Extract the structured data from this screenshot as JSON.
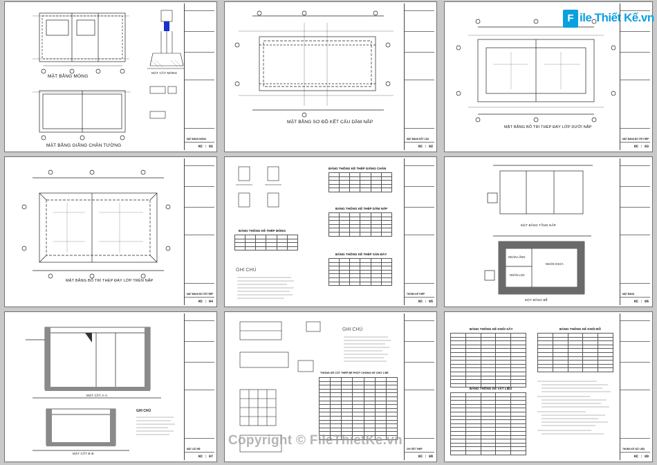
{
  "logo": {
    "mark": "F",
    "text": "ile Thiết Kế.vn"
  },
  "watermark": {
    "text": "Copyright © FileThietKe.vn"
  },
  "sheets": [
    {
      "code": "KC : 01",
      "title": "MẶT BẰNG MÓNG",
      "captions": [
        "MẶT BẰNG MÓNG",
        "MẶT BẰNG GIẰNG CHÂN TƯỜNG",
        "MẶT CẮT MÓNG"
      ]
    },
    {
      "code": "KC : 02",
      "title": "MẶT BẰNG KẾT CẤU",
      "captions": [
        "MẶT BẰNG SƠ ĐỒ KẾT CẤU DẦM NẮP"
      ]
    },
    {
      "code": "KC : 03",
      "title": "MẶT BẰNG BỐ TRÍ THÉP",
      "captions": [
        "MẶT BẰNG BỐ TRÍ THÉP ĐÁY LỚP DƯỚI NẮP"
      ]
    },
    {
      "code": "KC : 04",
      "title": "MẶT BẰNG BỐ TRÍ THÉP",
      "captions": [
        "MẶT BẰNG BỐ TRÍ THÉP ĐÁY LỚP TRÊN NẮP"
      ]
    },
    {
      "code": "KC : 05",
      "title": "THỐNG KÊ THÉP",
      "captions": [
        "BẢNG THỐNG KÊ THÉP GIẰNG CHÂN",
        "BẢNG THỐNG KÊ THÉP DẦM NẮP",
        "BẢNG THỐNG KÊ THÉP MÓNG",
        "BẢNG THỐNG KÊ THÉP SÀN ĐÁY",
        "GHI CHÚ"
      ]
    },
    {
      "code": "KC : 06",
      "title": "MẶT BẰNG",
      "captions": [
        "MẶT BẰNG TẦNG NẮP",
        "MẶT BẰNG BỂ",
        "NGĂN LẮNG",
        "NGĂN CHỨA",
        "NGĂN LỌC"
      ]
    },
    {
      "code": "KC : 07",
      "title": "MẶT CẮT BỂ",
      "captions": [
        "MẶT CẮT A-A",
        "MẶT CẮT B-B",
        "GHI CHÚ"
      ]
    },
    {
      "code": "KC : 08",
      "title": "CHI TIẾT THÉP",
      "captions": [
        "THỐNG KÊ CỐT THÉP BỂ PHỐT CHỐNG KẾ CHO 1 BỂ",
        "GHI CHÚ"
      ]
    },
    {
      "code": "KC : 09",
      "title": "THỐNG KÊ VẬT LIỆU",
      "captions": [
        "BẢNG THỐNG KÊ KHỐI XÂY",
        "BẢNG THỐNG KÊ KHỐI ĐỔ",
        "BẢNG THỐNG KÊ VẬT LIỆU"
      ]
    }
  ],
  "colors": {
    "sheet": "#ffffff",
    "line": "#1f1f1f",
    "hatch": "#5a5a5a",
    "accent": "#0aa0e0",
    "blue_fill": "#1a2fd0"
  }
}
